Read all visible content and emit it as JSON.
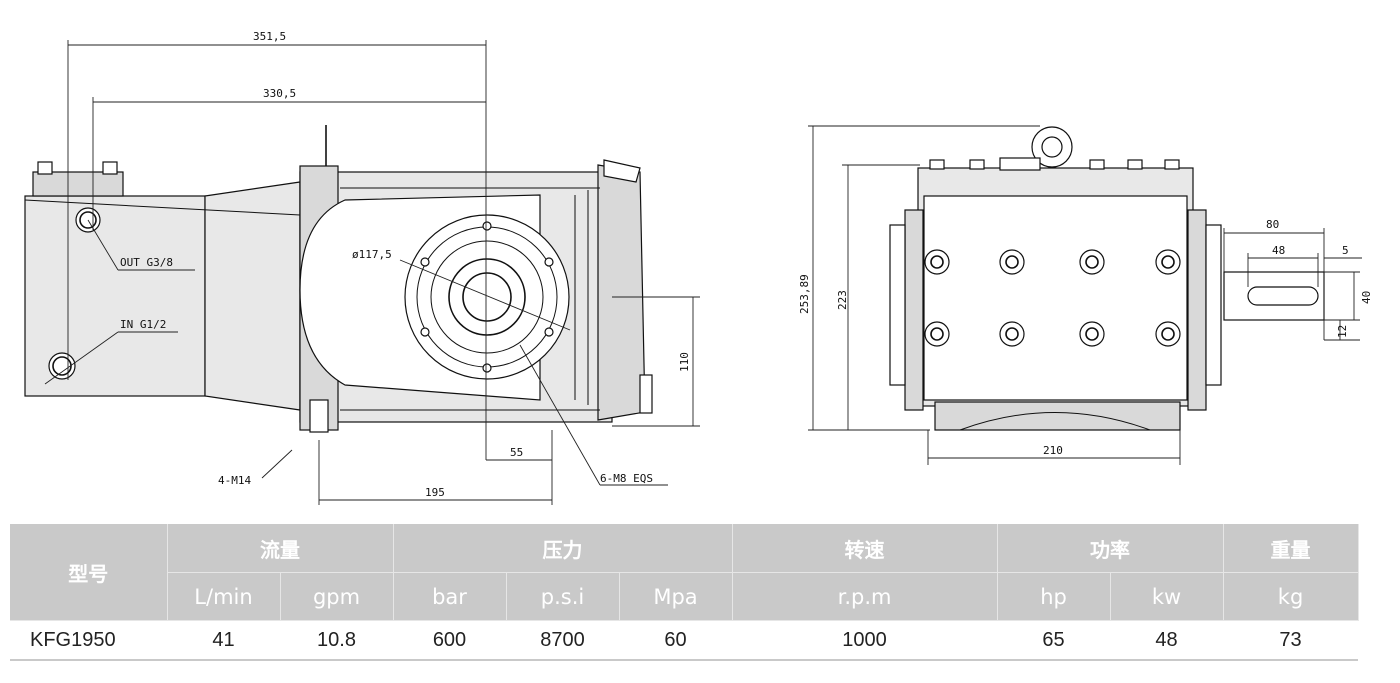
{
  "drawing": {
    "dim_351": "351,5",
    "dim_330": "330,5",
    "out_label": "OUT G3/8",
    "in_label": "IN G1/2",
    "dia_label": "ø117,5",
    "dim_110": "110",
    "dim_55": "55",
    "bolt_label": "6-M8 EQS",
    "mount_label": "4-M14",
    "dim_195": "195",
    "dim_253": "253,89",
    "dim_223": "223",
    "dim_210": "210",
    "dim_80": "80",
    "dim_48": "48",
    "dim_5": "5",
    "dim_40": "40",
    "dim_12": "12"
  },
  "table": {
    "headers": {
      "model": "型号",
      "flow": "流量",
      "pressure": "压力",
      "speed": "转速",
      "power": "功率",
      "weight": "重量"
    },
    "units": [
      "L/min",
      "gpm",
      "bar",
      "p.s.i",
      "Mpa",
      "r.p.m",
      "hp",
      "kw",
      "kg"
    ],
    "row": [
      "KFG1950",
      "41",
      "10.8",
      "600",
      "8700",
      "60",
      "1000",
      "65",
      "48",
      "73"
    ]
  },
  "colors": {
    "header_bg": "#c9c9c9",
    "header_text": "#ffffff"
  }
}
